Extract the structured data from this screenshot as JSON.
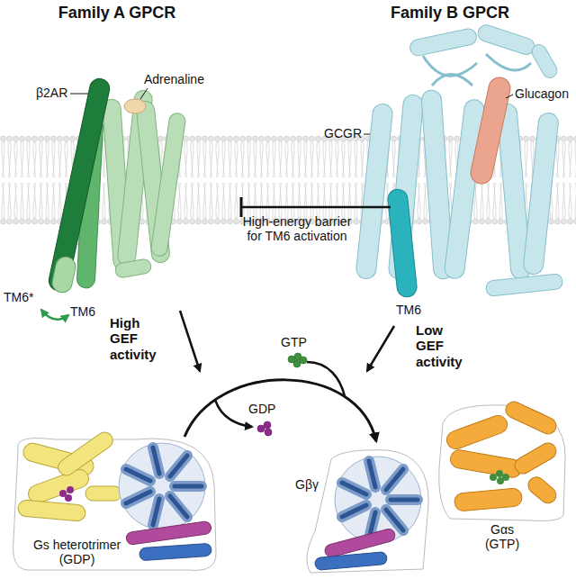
{
  "diagram": {
    "nodes": [
      {
        "text": [
          "Gs heterotrimer (GDP)"
        ]
      },
      {
        "text": [
          "Gβγ"
        ]
      },
      {
        "text": [
          "Gαs (GTP)"
        ]
      }
    ],
    "edges": [
      {
        "from": 0,
        "to": 1,
        "arrow": "to"
      }
    ],
    "labels": [
      "Family A GPCR",
      "Family B GPCR",
      "β2AR",
      "Adrenaline",
      "TM6*",
      "TM6",
      "GCGR",
      "Glucagon",
      "High-energy barrier for TM6 activation",
      "TM6",
      "High GEF activity",
      "GTP",
      "Low GEF activity",
      "GDP"
    ]
  }
}
